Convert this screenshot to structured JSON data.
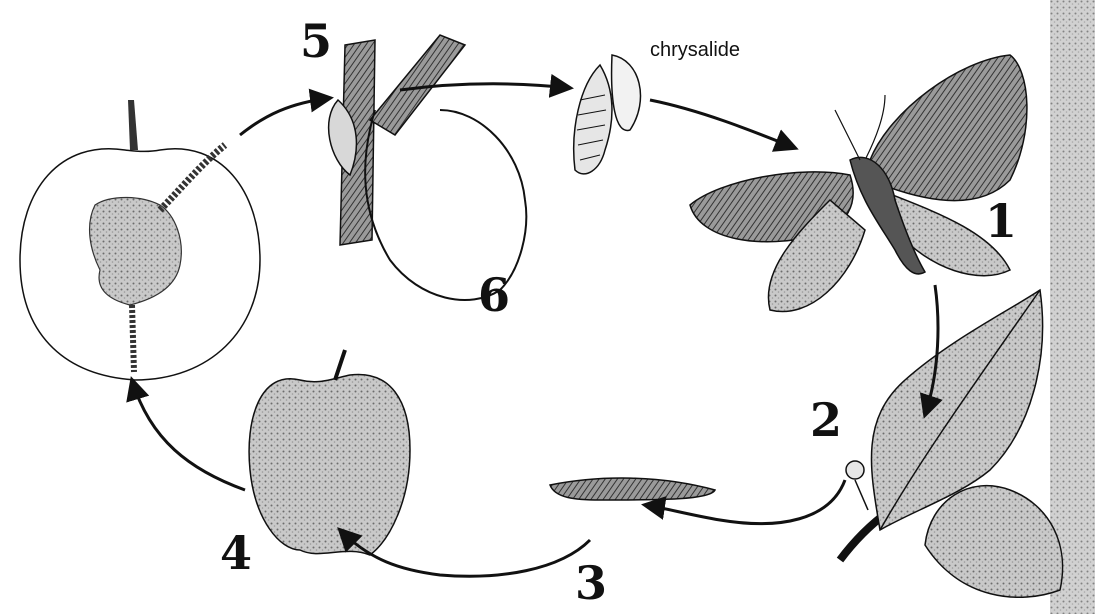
{
  "stages": [
    {
      "id": "adult-moth",
      "number": "1"
    },
    {
      "id": "egg-on-leaf",
      "number": "2"
    },
    {
      "id": "larva",
      "number": "3"
    },
    {
      "id": "apple-entry",
      "number": "4"
    },
    {
      "id": "bark-cocoon",
      "number": "5"
    },
    {
      "id": "overwinter-loop",
      "number": "6"
    }
  ],
  "labels": {
    "chrysalide": "chrysalide"
  },
  "colors": {
    "ink": "#111111",
    "background": "#ffffff",
    "shade": "#8a8a8a"
  }
}
